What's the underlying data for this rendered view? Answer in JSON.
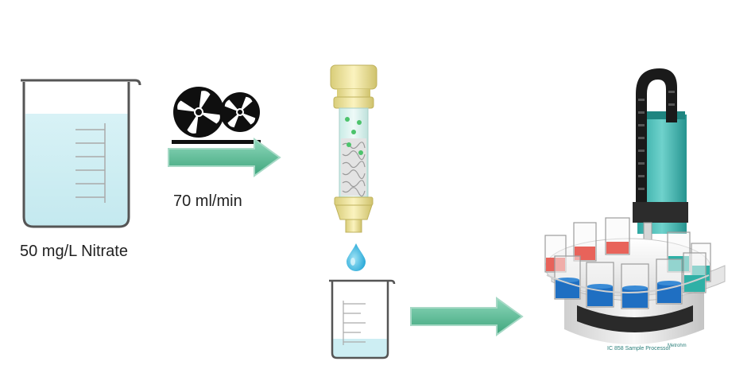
{
  "labels": {
    "source": "50 mg/L Nitrate",
    "flow_rate": "70 ml/min"
  },
  "colors": {
    "liquid": "#cdeef3",
    "arrow_fill": "#5fbf98",
    "arrow_stroke": "#9fd4c2",
    "column_cap": "#f2e7a0",
    "sample_red": "#e8635a",
    "sample_blue": "#1f6fc2",
    "sample_teal": "#2fb0a6",
    "instrument_teal": "#3bb7b0"
  },
  "icons": {
    "pump": "peristaltic-pump-icon",
    "drop": "water-drop-icon"
  },
  "instrument": {
    "brand_text": "Metrohm",
    "model_text": "IC 858 Sample Processor"
  }
}
